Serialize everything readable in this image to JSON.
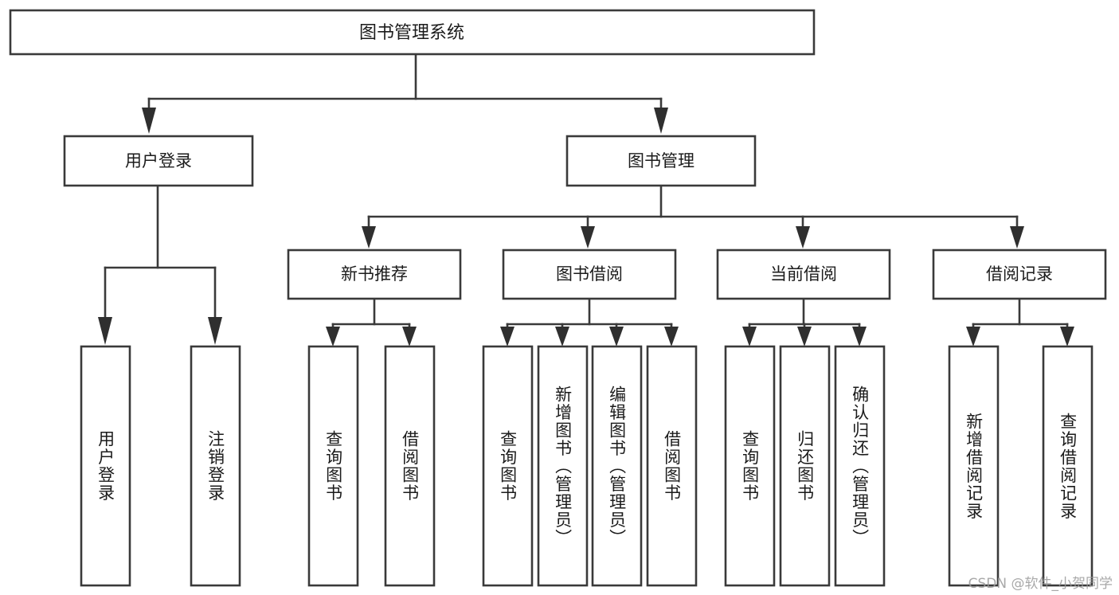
{
  "diagram": {
    "title": "图书管理系统",
    "type": "tree-hierarchy",
    "watermark": "CSDN @软件_小贺同学",
    "colors": {
      "background": "#ffffff",
      "box_stroke": "#3a3a3a",
      "box_fill": "#ffffff",
      "connector": "#3a3a3a",
      "text": "#1b1b1b",
      "watermark": "#9a9a9a"
    },
    "root": {
      "label": "图书管理系统",
      "id": "root"
    },
    "level2": [
      {
        "id": "user-login",
        "label": "用户登录"
      },
      {
        "id": "book-manage",
        "label": "图书管理"
      }
    ],
    "level3": [
      {
        "id": "new-book-recommend",
        "label": "新书推荐",
        "parent": "book-manage"
      },
      {
        "id": "book-borrow",
        "label": "图书借阅",
        "parent": "book-manage"
      },
      {
        "id": "current-borrow",
        "label": "当前借阅",
        "parent": "book-manage"
      },
      {
        "id": "borrow-record",
        "label": "借阅记录",
        "parent": "book-manage"
      }
    ],
    "leaves": [
      {
        "id": "leaf-user-login",
        "label": "用户登录",
        "parent": "user-login"
      },
      {
        "id": "leaf-logout",
        "label": "注销登录",
        "parent": "user-login"
      },
      {
        "id": "leaf-query-book-1",
        "label": "查询图书",
        "parent": "new-book-recommend"
      },
      {
        "id": "leaf-borrow-book-1",
        "label": "借阅图书",
        "parent": "new-book-recommend"
      },
      {
        "id": "leaf-query-book-2",
        "label": "查询图书",
        "parent": "book-borrow"
      },
      {
        "id": "leaf-add-book",
        "label": "新增图书（管理员）",
        "parent": "book-borrow"
      },
      {
        "id": "leaf-edit-book",
        "label": "编辑图书（管理员）",
        "parent": "book-borrow"
      },
      {
        "id": "leaf-borrow-book-2",
        "label": "借阅图书",
        "parent": "book-borrow"
      },
      {
        "id": "leaf-query-book-3",
        "label": "查询图书",
        "parent": "current-borrow"
      },
      {
        "id": "leaf-return-book",
        "label": "归还图书",
        "parent": "current-borrow"
      },
      {
        "id": "leaf-confirm-return",
        "label": "确认归还（管理员）",
        "parent": "current-borrow"
      },
      {
        "id": "leaf-add-record",
        "label": "新增借阅记录",
        "parent": "borrow-record"
      },
      {
        "id": "leaf-query-record",
        "label": "查询借阅记录",
        "parent": "borrow-record"
      }
    ]
  }
}
